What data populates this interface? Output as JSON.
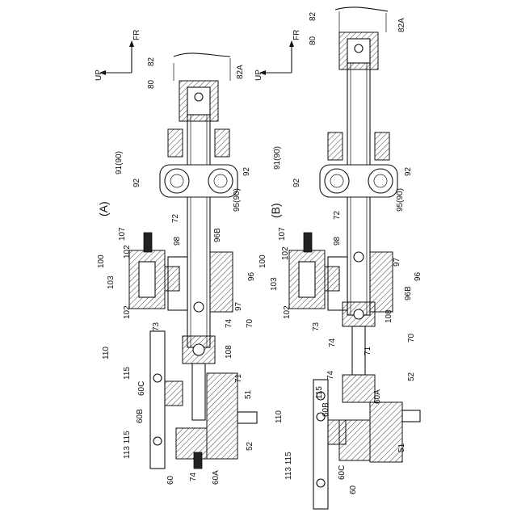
{
  "panel_a": {
    "caption": "(A)",
    "dir_up": "UP",
    "dir_fr": "FR",
    "labels": [
      "82",
      "82A",
      "80",
      "91(90)",
      "92",
      "92",
      "72",
      "96B",
      "95(90)",
      "107",
      "98",
      "100",
      "102",
      "97",
      "96",
      "103",
      "102",
      "73",
      "70",
      "108",
      "110",
      "74",
      "115",
      "60C",
      "71",
      "51",
      "60B",
      "113 115",
      "52",
      "60",
      "74",
      "60A"
    ]
  },
  "panel_b": {
    "caption": "(B)",
    "dir_up": "UP",
    "dir_fr": "FR",
    "labels": [
      "82",
      "82A",
      "80",
      "91(90)",
      "92",
      "92",
      "72",
      "95(90)",
      "107",
      "98",
      "100",
      "102",
      "97",
      "103",
      "96",
      "96B",
      "102",
      "73",
      "108",
      "74",
      "70",
      "71",
      "74",
      "52",
      "115",
      "60A",
      "60B",
      "110",
      "51",
      "113 115",
      "60C",
      "60"
    ]
  }
}
